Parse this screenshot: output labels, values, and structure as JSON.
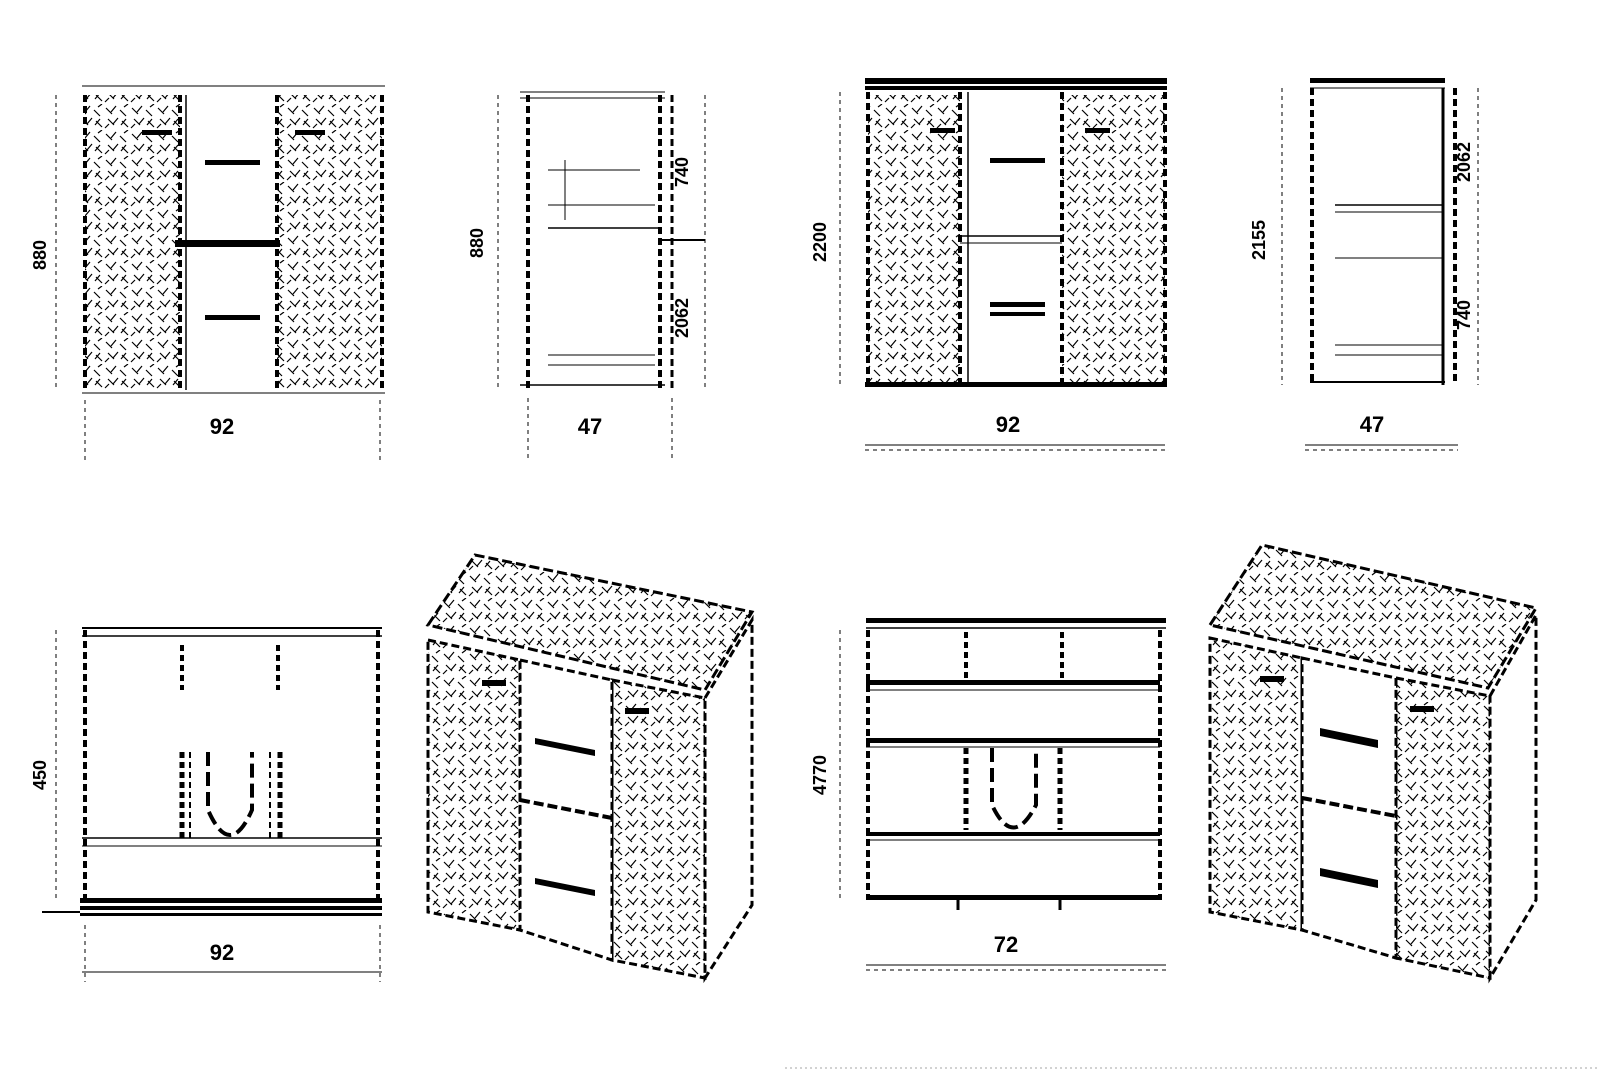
{
  "drawings": {
    "front_a": {
      "width": "92",
      "height": "880"
    },
    "side_a": {
      "depth": "47",
      "height": "880",
      "upper": "740",
      "lower": "2062"
    },
    "front_b": {
      "width": "92",
      "height": "2200"
    },
    "side_b": {
      "depth": "47",
      "height": "2155",
      "upper": "2062",
      "lower": "740"
    },
    "open_a": {
      "width": "92",
      "height": "450"
    },
    "open_b": {
      "width": "72",
      "height": "4770"
    }
  },
  "colors": {
    "line": "#000000",
    "hatch": "#000000",
    "paper": "#ffffff"
  }
}
